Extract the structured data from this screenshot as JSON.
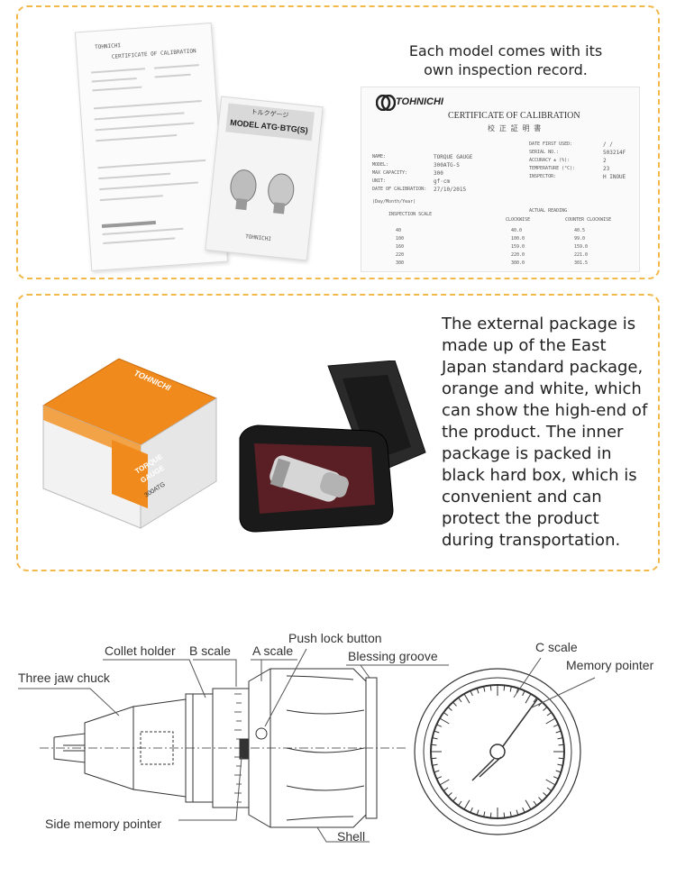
{
  "panel1": {
    "caption": "Each model comes with its own inspection record.",
    "certificate": {
      "brand": "TOHNICHI",
      "title": "CERTIFICATE OF CALIBRATION",
      "title_jp": "校 正 証 明 書",
      "fields_left": [
        {
          "label": "NAME",
          "value": "TORQUE GAUGE"
        },
        {
          "label": "MODEL",
          "value": "300ATG-S"
        },
        {
          "label": "MAX CAPACITY",
          "value": "300"
        },
        {
          "label": "UNIT",
          "value": "gf·cm"
        },
        {
          "label": "DATE OF CALIBRATION",
          "value": "27/10/2015"
        }
      ],
      "date_format": "(Day/Month/Year)",
      "fields_right": [
        {
          "label": "DATE FIRST USED",
          "value": "/   /"
        },
        {
          "label": "SERIAL NO.",
          "value": "503214F"
        },
        {
          "label": "ACCURACY ± (%)",
          "value": "2"
        },
        {
          "label": "TEMPERATURE (°C)",
          "value": "23"
        },
        {
          "label": "INSPECTOR",
          "value": "H INOUE"
        }
      ],
      "table": {
        "col_scale": "INSPECTION SCALE",
        "col_actual": "ACTUAL READING",
        "col_cw": "CLOCKWISE",
        "col_ccw": "COUNTER CLOCKWISE",
        "rows": [
          {
            "scale": "40",
            "cw": "40.0",
            "ccw": "40.5"
          },
          {
            "scale": "100",
            "cw": "100.0",
            "ccw": "99.0"
          },
          {
            "scale": "160",
            "cw": "159.0",
            "ccw": "159.0"
          },
          {
            "scale": "220",
            "cw": "220.0",
            "ccw": "221.0"
          },
          {
            "scale": "300",
            "cw": "300.0",
            "ccw": "301.5"
          }
        ]
      }
    },
    "manual": {
      "title_jp": "トルクゲージ",
      "model": "MODEL ATG·BTG(S)",
      "brand": "TOHNICHI"
    }
  },
  "panel2": {
    "caption": "The external package is made up of the East Japan standard package, orange and white, which can show the high-end of the product. The inner package is packed in black hard box, which is convenient and can protect the product during transportation.",
    "box_brand": "TOHNICHI",
    "box_label1": "TORQUE",
    "box_label2": "GAUGE",
    "box_model": "300ATG"
  },
  "drawing": {
    "labels": {
      "collet_holder": "Collet holder",
      "b_scale": "B scale",
      "a_scale": "A scale",
      "push_lock": "Push lock button",
      "blessing_groove": "Blessing groove",
      "three_jaw": "Three jaw chuck",
      "side_memory": "Side memory pointer",
      "shell": "Shell",
      "c_scale": "C scale",
      "memory_pointer": "Memory pointer"
    }
  },
  "colors": {
    "panel_border": "#f2b84a",
    "box_orange": "#f08a1c",
    "case_black": "#1a1a1a"
  }
}
